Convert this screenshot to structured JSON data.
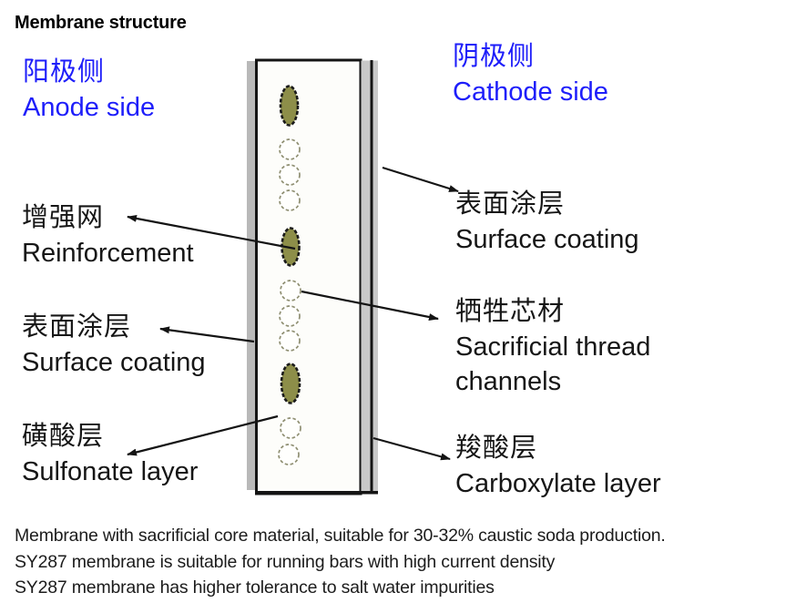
{
  "title": "Membrane structure",
  "sides": {
    "anode": {
      "zh": "阳极侧",
      "en": "Anode side"
    },
    "cathode": {
      "zh": "阴极侧",
      "en": "Cathode side"
    }
  },
  "labels": {
    "reinforcement": {
      "zh": "增强网",
      "en": "Reinforcement"
    },
    "surface_coating_left": {
      "zh": "表面涂层",
      "en": "Surface coating"
    },
    "sulfonate_layer": {
      "zh": "磺酸层",
      "en": "Sulfonate layer"
    },
    "surface_coating_right": {
      "zh": "表面涂层",
      "en": "Surface coating"
    },
    "sacrificial_channels": {
      "zh": "牺牲芯材",
      "en": "Sacrificial thread channels"
    },
    "carboxylate_layer": {
      "zh": "羧酸层",
      "en": "Carboxylate layer"
    }
  },
  "footer": {
    "line1": "Membrane with sacrificial core material, suitable for 30-32% caustic soda production.",
    "line2": "SY287 membrane is suitable for running bars with high current density",
    "line3": "SY287 membrane has higher tolerance to salt water impurities"
  },
  "colors": {
    "accent_blue": "#1E1EFA",
    "label_black": "#161616",
    "oval_olive": "#8D8E49",
    "strip_gray": "#C9C9C9",
    "outline_black": "#141414"
  }
}
